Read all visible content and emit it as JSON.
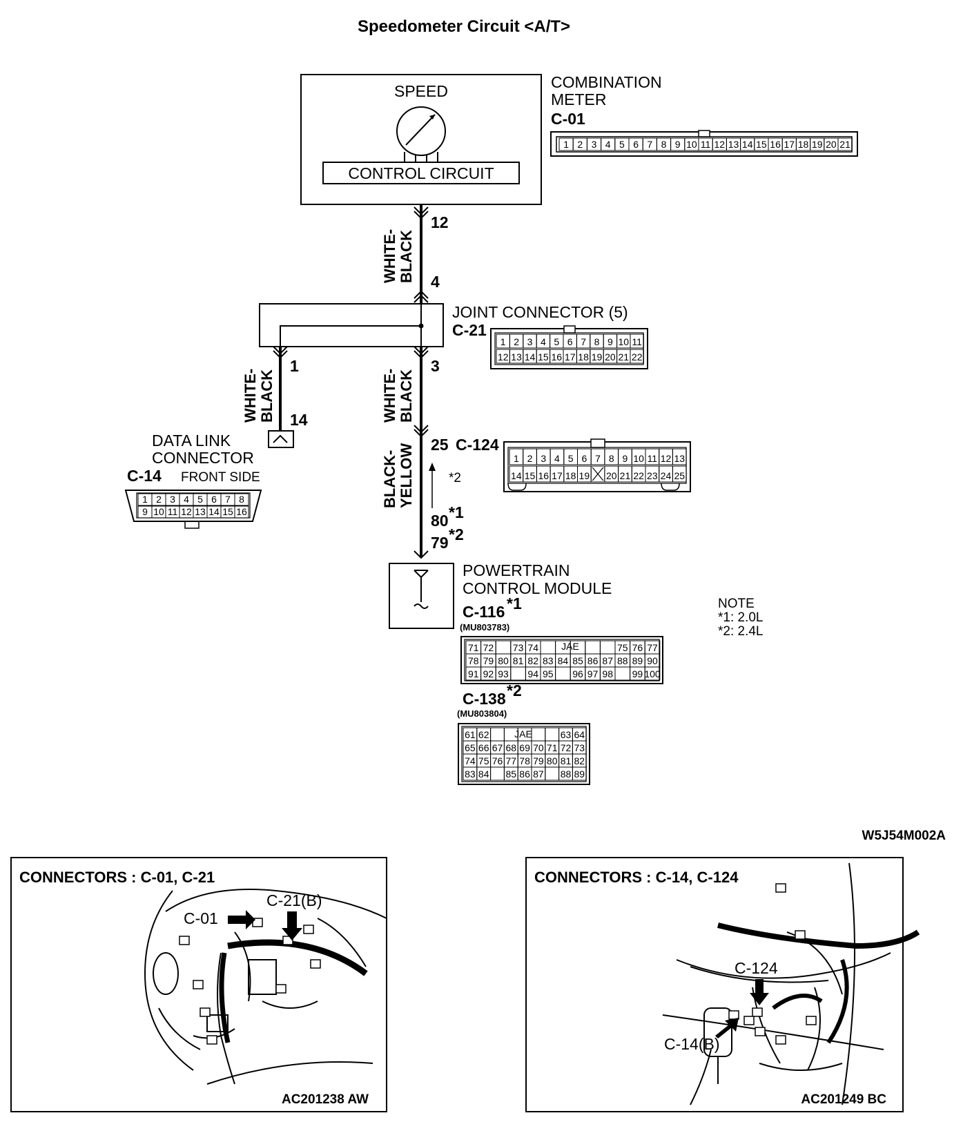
{
  "title": "Speedometer Circuit <A/T>",
  "figure_code": "W5J54M002A",
  "combination_meter": {
    "name_line1": "COMBINATION",
    "name_line2": "METER",
    "connector": "C-01",
    "gauge_label": "SPEED",
    "circuit_label": "CONTROL CIRCUIT",
    "pins": [
      "1",
      "2",
      "3",
      "4",
      "5",
      "6",
      "7",
      "8",
      "9",
      "10",
      "11",
      "12",
      "13",
      "14",
      "15",
      "16",
      "17",
      "18",
      "19",
      "20",
      "21"
    ]
  },
  "joint_connector": {
    "name": "JOINT CONNECTOR (5)",
    "connector": "C-21",
    "row1": [
      "1",
      "2",
      "3",
      "4",
      "5",
      "6",
      "7",
      "8",
      "9",
      "10",
      "11"
    ],
    "row2": [
      "12",
      "13",
      "14",
      "15",
      "16",
      "17",
      "18",
      "19",
      "20",
      "21",
      "22"
    ]
  },
  "data_link": {
    "name_line1": "DATA LINK",
    "name_line2": "CONNECTOR",
    "connector": "C-14",
    "side": "FRONT SIDE",
    "row1": [
      "1",
      "2",
      "3",
      "4",
      "5",
      "6",
      "7",
      "8"
    ],
    "row2": [
      "9",
      "10",
      "11",
      "12",
      "13",
      "14",
      "15",
      "16"
    ]
  },
  "c124": {
    "connector": "C-124",
    "row1": [
      "1",
      "2",
      "3",
      "4",
      "5",
      "6",
      "7",
      "8",
      "9",
      "10",
      "11",
      "12",
      "13"
    ],
    "row2": [
      "14",
      "15",
      "16",
      "17",
      "18",
      "19",
      "20",
      "21",
      "22",
      "23",
      "24",
      "25"
    ]
  },
  "pcm": {
    "name_line1": "POWERTRAIN",
    "name_line2": "CONTROL MODULE",
    "c116": "C-116",
    "c116_star": "*1",
    "c116_part": "(MU803783)",
    "c138": "C-138",
    "c138_star": "*2",
    "c138_part": "(MU803804)",
    "jae": "JAE"
  },
  "wires": {
    "w1_line1": "WHITE-",
    "w1_line2": "BLACK",
    "w2_line1": "WHITE-",
    "w2_line2": "BLACK",
    "w3_line1": "WHITE-",
    "w3_line2": "BLACK",
    "w4_line1": "BLACK-",
    "w4_line2": "YELLOW"
  },
  "pin_labels": {
    "p12": "12",
    "p4": "4",
    "p1": "1",
    "p3": "3",
    "p14": "14",
    "p25": "25",
    "p80": "80",
    "p80_star": "*1",
    "p79": "79",
    "p79_star": "*2",
    "arrow_star": "*2"
  },
  "note": {
    "heading": "NOTE",
    "line1": "*1: 2.0L",
    "line2": "*2: 2.4L"
  },
  "panel_left": {
    "title": "CONNECTORS : C-01, C-21",
    "label_a": "C-01",
    "label_b": "C-21(B)",
    "code": "AC201238  AW"
  },
  "panel_right": {
    "title": "CONNECTORS : C-14, C-124",
    "label_a": "C-124",
    "label_b": "C-14(B)",
    "code": "AC201249 BC"
  }
}
